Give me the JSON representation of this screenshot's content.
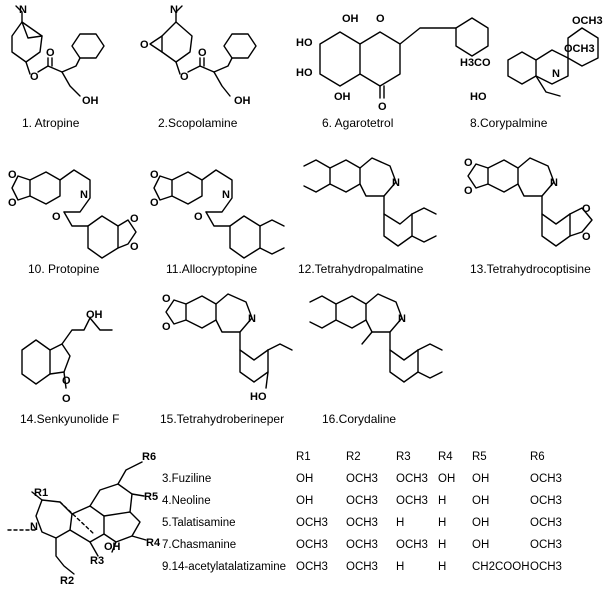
{
  "compounds": [
    {
      "id": "atropine",
      "caption": "1. Atropine"
    },
    {
      "id": "scopolamine",
      "caption": "2.Scopolamine"
    },
    {
      "id": "agarotetrol",
      "caption": "6. Agarotetrol"
    },
    {
      "id": "corypalmine",
      "caption": "8.Corypalmine"
    },
    {
      "id": "protopine",
      "caption": "10. Protopine"
    },
    {
      "id": "allocryptopine",
      "caption": "11.Allocryptopine"
    },
    {
      "id": "tetrahydropalmatine",
      "caption": "12.Tetrahydropalmatine"
    },
    {
      "id": "tetrahydrocoptisine",
      "caption": "13.Tetrahydrocoptisine"
    },
    {
      "id": "senkyunolide-f",
      "caption": "14.Senkyunolide F"
    },
    {
      "id": "tetrahydroberineper",
      "caption": "15.Tetrahydroberineper"
    },
    {
      "id": "corydaline",
      "caption": "16.Corydaline"
    }
  ],
  "atoms": {
    "n": "N",
    "o": "O",
    "oh": "OH",
    "ho": "HO",
    "och3": "OCH3",
    "h3co": "H3CO",
    "r1": "R1",
    "r2": "R2",
    "r3": "R3",
    "r4": "R4",
    "r5": "R5",
    "r6": "R6"
  },
  "table": {
    "headers": [
      "R1",
      "R2",
      "R3",
      "R4",
      "R5",
      "R6"
    ],
    "rows": [
      {
        "name": "3.Fuziline",
        "values": [
          "OH",
          "OCH3",
          "OCH3",
          "OH",
          "OH",
          "OCH3"
        ]
      },
      {
        "name": "4.Neoline",
        "values": [
          "OH",
          "OCH3",
          "OCH3",
          "H",
          "OH",
          "OCH3"
        ]
      },
      {
        "name": "5.Talatisamine",
        "values": [
          "OCH3",
          "OCH3",
          "H",
          "H",
          "OH",
          "OCH3"
        ]
      },
      {
        "name": "7.Chasmanine",
        "values": [
          "OCH3",
          "OCH3",
          "OCH3",
          "H",
          "OH",
          "OCH3"
        ]
      },
      {
        "name": "9.14-acetylatalatizamine",
        "values": [
          "OCH3",
          "OCH3",
          "H",
          "H",
          "CH2COOH",
          "OCH3"
        ]
      }
    ]
  }
}
